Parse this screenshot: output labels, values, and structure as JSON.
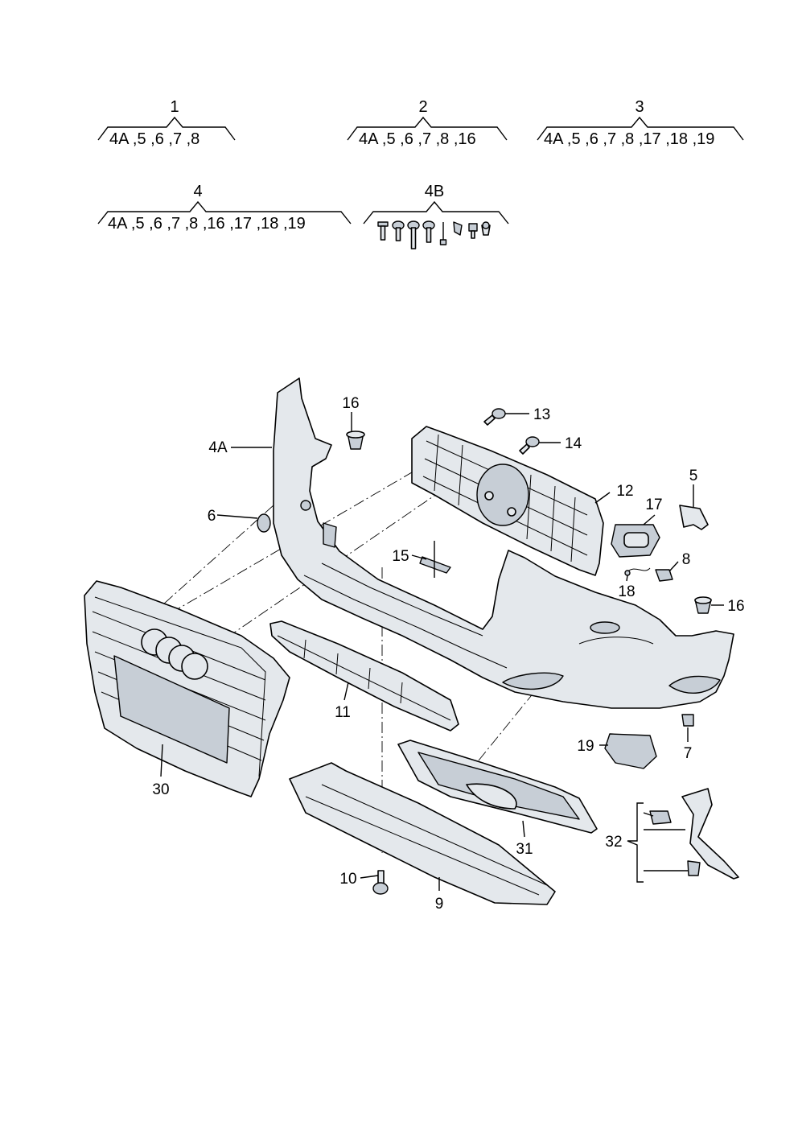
{
  "groups": [
    {
      "number": "1",
      "items": "4A  ,5 ,6 ,7 ,8"
    },
    {
      "number": "2",
      "items": "4A  ,5 ,6 ,7 ,8 ,16"
    },
    {
      "number": "3",
      "items": "4A  ,5 ,6 ,7 ,8 ,17 ,18 ,19"
    },
    {
      "number": "4",
      "items": "4A  ,5 ,6 ,7 ,8 ,16 ,17 ,18 ,19"
    },
    {
      "number": "4B",
      "items": ""
    }
  ],
  "labels": {
    "p4a": "4A",
    "p16a": "16",
    "p13": "13",
    "p14": "14",
    "p12": "12",
    "p5": "5",
    "p17": "17",
    "p6": "6",
    "p15": "15",
    "p8": "8",
    "p18": "18",
    "p16b": "16",
    "p11": "11",
    "p30": "30",
    "p19": "19",
    "p7": "7",
    "p31": "31",
    "p32": "32",
    "p10": "10",
    "p9": "9"
  }
}
